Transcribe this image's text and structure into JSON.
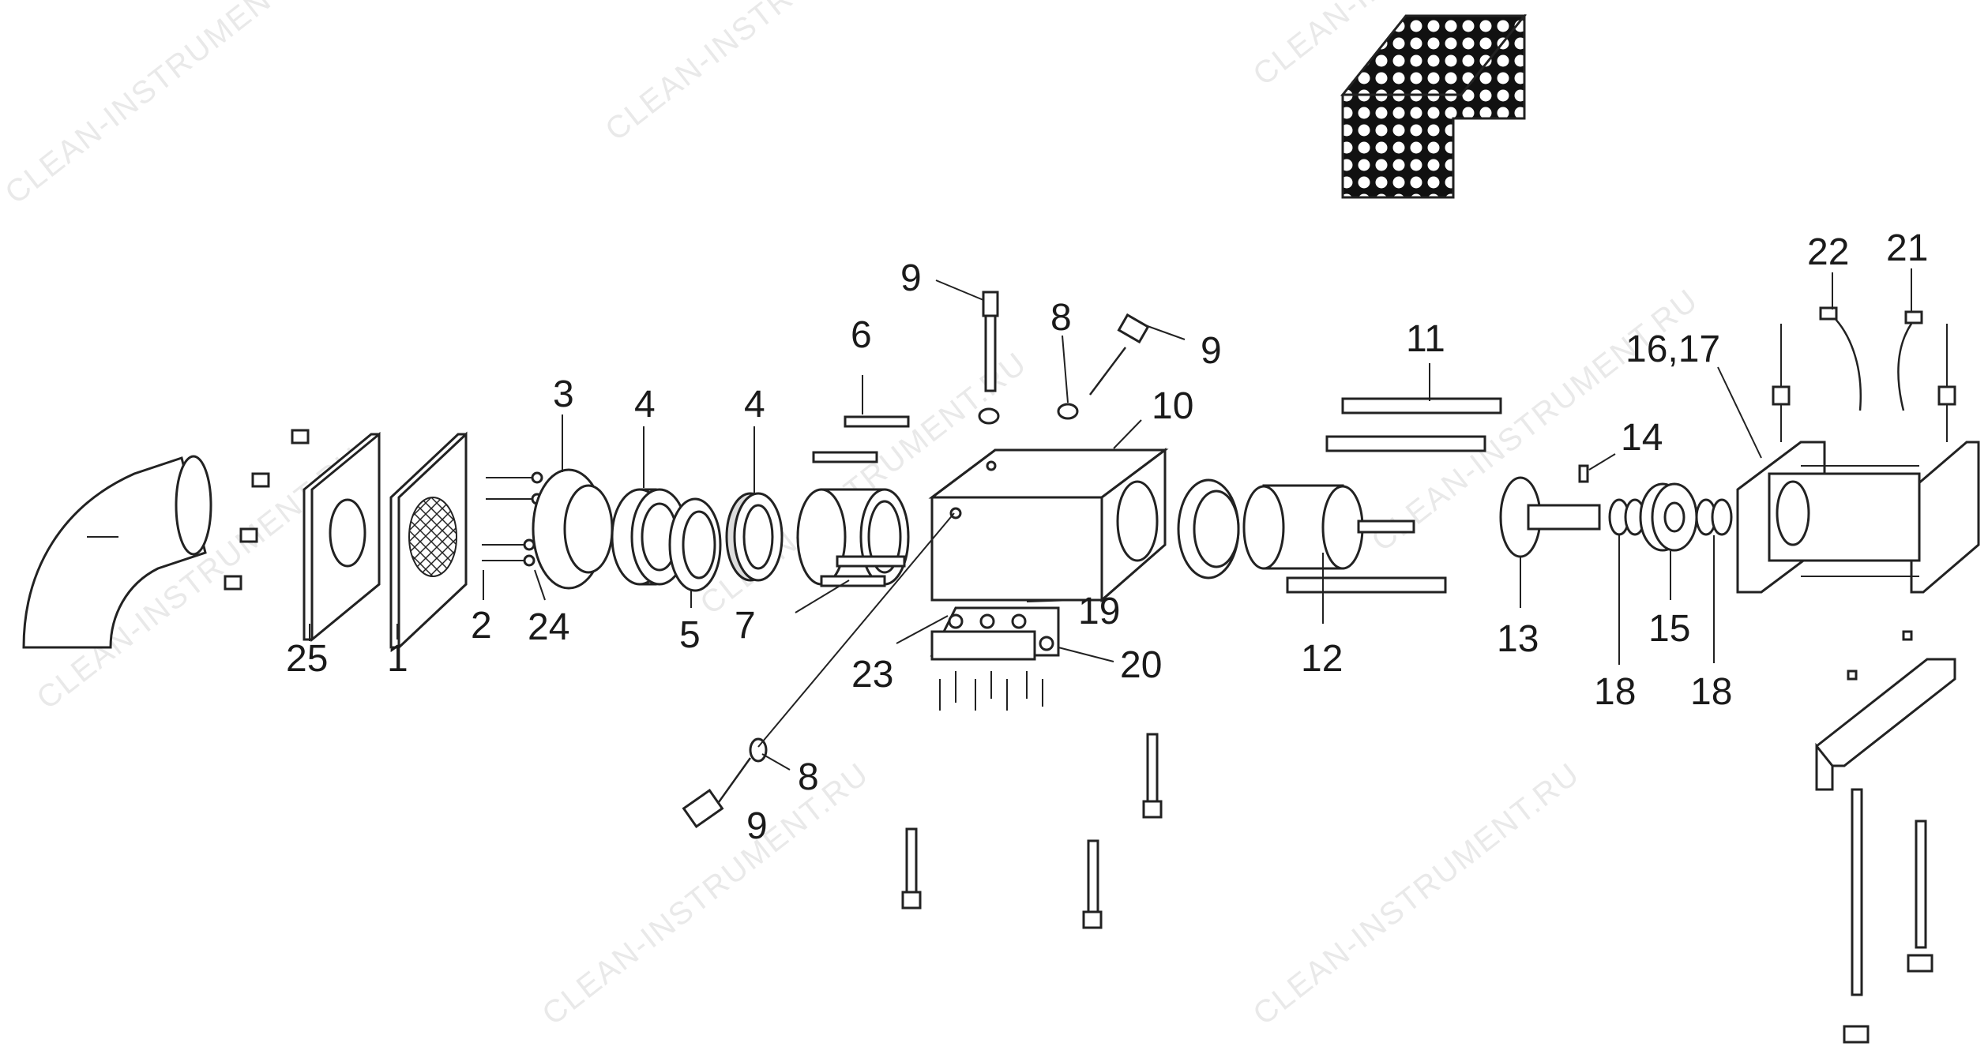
{
  "watermark": "CLEAN-INSTRUMENT.RU",
  "labels": [
    {
      "id": "l25",
      "text": "25"
    },
    {
      "id": "l1",
      "text": "1"
    },
    {
      "id": "l2",
      "text": "2"
    },
    {
      "id": "l24",
      "text": "24"
    },
    {
      "id": "l3",
      "text": "3"
    },
    {
      "id": "l4a",
      "text": "4"
    },
    {
      "id": "l5",
      "text": "5"
    },
    {
      "id": "l4b",
      "text": "4"
    },
    {
      "id": "l7",
      "text": "7"
    },
    {
      "id": "l6",
      "text": "6"
    },
    {
      "id": "l9a",
      "text": "9"
    },
    {
      "id": "l8a",
      "text": "8"
    },
    {
      "id": "l9b",
      "text": "9"
    },
    {
      "id": "l10",
      "text": "10"
    },
    {
      "id": "l19",
      "text": "19"
    },
    {
      "id": "l23",
      "text": "23"
    },
    {
      "id": "l20",
      "text": "20"
    },
    {
      "id": "l8b",
      "text": "8"
    },
    {
      "id": "l9c",
      "text": "9"
    },
    {
      "id": "l11",
      "text": "11"
    },
    {
      "id": "l12",
      "text": "12"
    },
    {
      "id": "l14",
      "text": "14"
    },
    {
      "id": "l13",
      "text": "13"
    },
    {
      "id": "l18a",
      "text": "18"
    },
    {
      "id": "l15",
      "text": "15"
    },
    {
      "id": "l18b",
      "text": "18"
    },
    {
      "id": "l1617",
      "text": "16,17"
    },
    {
      "id": "l22",
      "text": "22"
    },
    {
      "id": "l21",
      "text": "21"
    }
  ]
}
